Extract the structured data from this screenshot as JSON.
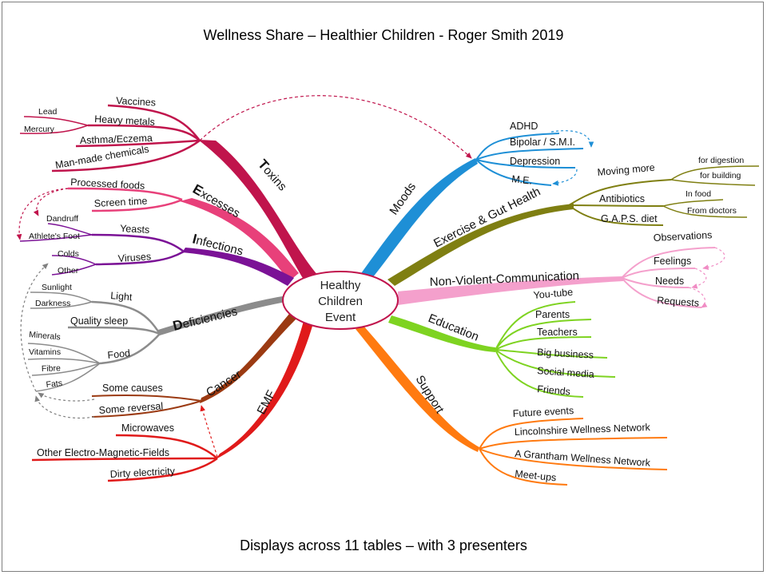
{
  "title": "Wellness Share – Healthier Children - Roger Smith 2019",
  "footer": "Displays across 11 tables – with 3 presenters",
  "center": {
    "lines": [
      "Healthy",
      "Children",
      "Event"
    ],
    "color": "#c0144c"
  },
  "branches": {
    "toxins": {
      "first": "T",
      "rest": "oxins",
      "color": "#c0144c"
    },
    "excesses": {
      "first": "E",
      "rest": "xcesses",
      "color": "#e8407a"
    },
    "infections": {
      "first": "I",
      "rest": "nfections",
      "color": "#7b1296"
    },
    "deficiencies": {
      "first": "D",
      "rest": "eficiencies",
      "color": "#8c8c8c"
    },
    "cancer": {
      "label": "Cancer",
      "color": "#9b3a12"
    },
    "emf": {
      "label": "EMF",
      "color": "#e01a1a"
    },
    "moods": {
      "label": "Moods",
      "color": "#1e8fd6"
    },
    "exercise": {
      "label": "Exercise & Gut Health",
      "color": "#7f7f12"
    },
    "nvc": {
      "label": "Non-Violent-Communication",
      "color": "#f4a0cc"
    },
    "education": {
      "label": "Education",
      "color": "#7ed321"
    },
    "support": {
      "label": "Support",
      "color": "#ff7a10"
    }
  },
  "leaves": {
    "vaccines": "Vaccines",
    "heavy_metals": "Heavy metals",
    "lead": "Lead",
    "mercury": "Mercury",
    "asthma": "Asthma/Eczema",
    "man_made": "Man-made chemicals",
    "processed_foods": "Processed foods",
    "screen_time": "Screen time",
    "yeasts": "Yeasts",
    "dandruff": "Dandruff",
    "athletes_foot": "Athlete's Foot",
    "viruses": "Viruses",
    "colds": "Colds",
    "other": "Other",
    "light": "Light",
    "sunlight": "Sunlight",
    "darkness": "Darkness",
    "quality_sleep": "Quality sleep",
    "food": "Food",
    "minerals": "Minerals",
    "vitamins": "Vitamins",
    "fibre": "Fibre",
    "fats": "Fats",
    "some_causes": "Some causes",
    "some_reversal": "Some reversal",
    "microwaves": "Microwaves",
    "other_emf": "Other Electro-Magnetic-Fields",
    "dirty_electricity": "Dirty electricity",
    "adhd": "ADHD",
    "bipolar": "Bipolar / S.M.I.",
    "depression": "Depression",
    "me": "M.E.",
    "moving_more": "Moving more",
    "for_digestion": "for digestion",
    "for_building": "for building",
    "antibiotics": "Antibiotics",
    "in_food": "In food",
    "from_doctors": "From doctors",
    "gaps_diet": "G.A.P.S. diet",
    "observations": "Observations",
    "feelings": "Feelings",
    "needs": "Needs",
    "requests": "Requests",
    "you_tube": "You-tube",
    "parents": "Parents",
    "teachers": "Teachers",
    "big_business": "Big business",
    "social_media": "Social media",
    "friends": "Friends",
    "future_events": "Future events",
    "lincolnshire": "Lincolnshire Wellness Network",
    "grantham": "A Grantham Wellness Network",
    "meetups": "Meet-ups"
  }
}
